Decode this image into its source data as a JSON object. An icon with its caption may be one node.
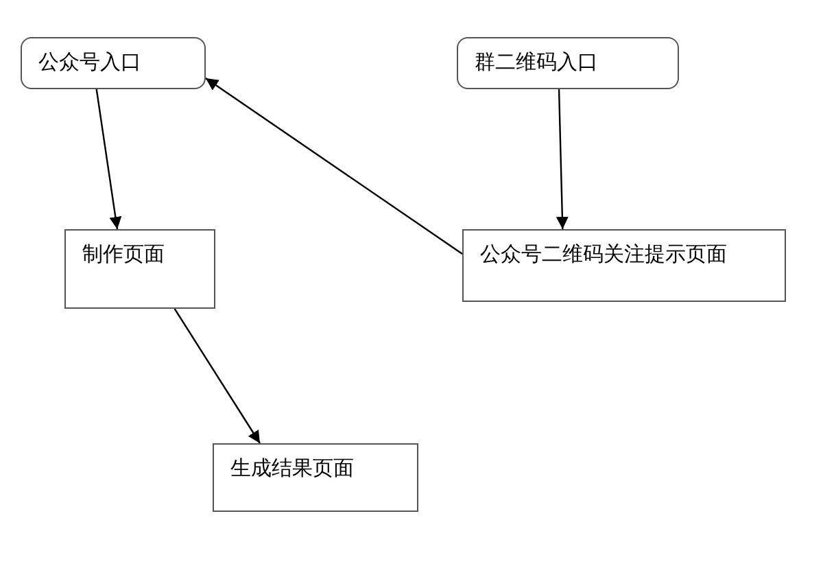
{
  "diagram": {
    "nodes": [
      {
        "text": [
          "公众号入口"
        ]
      },
      {
        "text": [
          "群二维码入口"
        ]
      },
      {
        "text": [
          "制作页面"
        ]
      },
      {
        "text": [
          "公众号二维码关注提示页面"
        ]
      },
      {
        "text": [
          "生成结果页面"
        ]
      }
    ],
    "edges": [
      {
        "from": 0,
        "to": 2,
        "arrow": "to"
      },
      {
        "from": 1,
        "to": 3,
        "arrow": "to"
      },
      {
        "from": 3,
        "to": 0,
        "arrow": "to"
      },
      {
        "from": 2,
        "to": 4,
        "arrow": "to"
      }
    ]
  }
}
